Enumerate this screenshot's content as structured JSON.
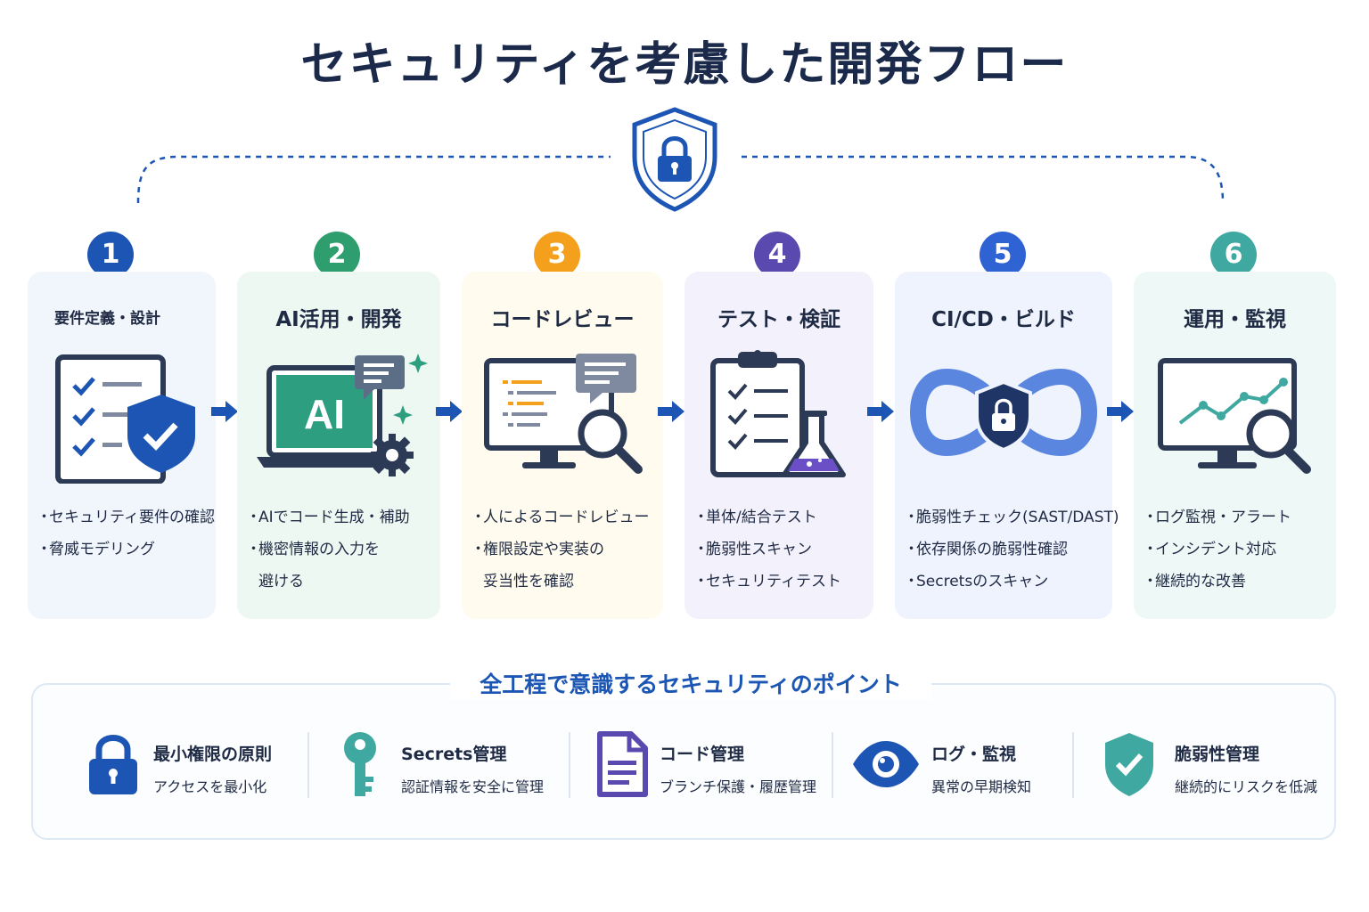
{
  "title": "セキュリティを考慮した開発フロー",
  "colors": {
    "navy": "#1b2a4a",
    "blue": "#1d55b4",
    "green": "#2e9e6e",
    "orange": "#f4a01c",
    "purple": "#5a4ab0",
    "blue2": "#2f63d4",
    "teal": "#3fa8a0"
  },
  "steps": [
    {
      "num": "1",
      "title": "要件定義・設計",
      "bullets": [
        "セキュリティ要件の確認",
        "脅威モデリング"
      ]
    },
    {
      "num": "2",
      "title": "AI活用・開発",
      "icon_text": "AI",
      "bullets": [
        "AIでコード生成・補助",
        "機密情報の入力を",
        "避ける"
      ]
    },
    {
      "num": "3",
      "title": "コードレビュー",
      "bullets": [
        "人によるコードレビュー",
        "権限設定や実装の",
        "妥当性を確認"
      ]
    },
    {
      "num": "4",
      "title": "テスト・検証",
      "bullets": [
        "単体/結合テスト",
        "脆弱性スキャン",
        "セキュリティテスト"
      ]
    },
    {
      "num": "5",
      "title": "CI/CD・ビルド",
      "bullets": [
        "脆弱性チェック(SAST/DAST)",
        "依存関係の脆弱性確認",
        "Secretsのスキャン"
      ]
    },
    {
      "num": "6",
      "title": "運用・監視",
      "bullets": [
        "ログ監視・アラート",
        "インシデント対応",
        "継続的な改善"
      ]
    }
  ],
  "points_title": "全工程で意識するセキュリティのポイント",
  "points": [
    {
      "label": "最小権限の原則",
      "desc": "アクセスを最小化",
      "icon": "padlock-icon"
    },
    {
      "label": "Secrets管理",
      "desc": "認証情報を安全に管理",
      "icon": "key-icon"
    },
    {
      "label": "コード管理",
      "desc": "ブランチ保護・履歴管理",
      "icon": "document-icon"
    },
    {
      "label": "ログ・監視",
      "desc": "異常の早期検知",
      "icon": "eye-icon"
    },
    {
      "label": "脆弱性管理",
      "desc": "継続的にリスクを低減",
      "icon": "shield-check-icon"
    }
  ]
}
